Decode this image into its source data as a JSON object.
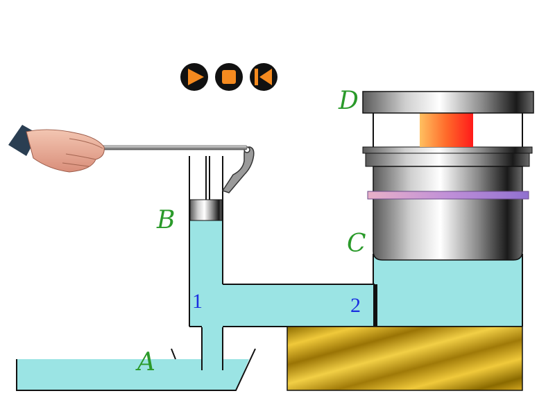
{
  "controls": {
    "play_icon": "play-icon",
    "stop_icon": "stop-icon",
    "rewind_icon": "rewind-to-start-icon"
  },
  "labels": {
    "A": "A",
    "B": "B",
    "C": "C",
    "D": "D",
    "port1": "1",
    "port2": "2"
  },
  "colors": {
    "liquid": "#9be4e4",
    "label_green": "#2a9a2a",
    "label_blue": "#1a2ee0",
    "control_fill": "#111111",
    "control_accent": "#f58a1f",
    "base_gold": "#d4a017",
    "heated_block": "#ff3a1a"
  }
}
